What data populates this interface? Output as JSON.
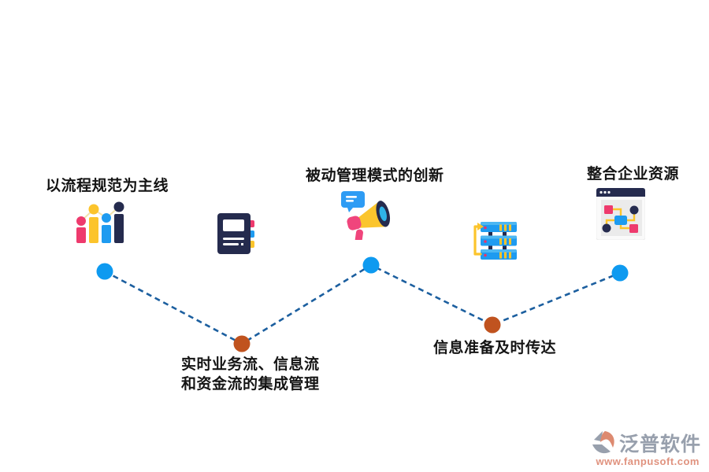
{
  "diagram": {
    "title_hint": "ERP process infographic",
    "nodes": [
      {
        "name": "process-standard-node",
        "label": "以流程规范为主线",
        "icon": "bar-chart-icon",
        "dot": "blue"
      },
      {
        "name": "integrated-management-node",
        "label": "实时业务流、信息流",
        "label2": "和资金流的集成管理",
        "icon": "notebook-icon",
        "dot": "orange"
      },
      {
        "name": "passive-management-innovation-node",
        "label": "被动管理模式的创新",
        "icon": "megaphone-icon",
        "dot": "blue"
      },
      {
        "name": "info-timely-delivery-node",
        "label": "信息准备及时传达",
        "icon": "server-stack-icon",
        "dot": "orange"
      },
      {
        "name": "integrate-enterprise-resources-node",
        "label": "整合企业资源",
        "icon": "flowchart-window-icon",
        "dot": "blue"
      }
    ],
    "colors": {
      "dot_blue": "#0e9af0",
      "dot_orange": "#c0531f",
      "connector": "#1c5f9f",
      "icon_navy": "#252b4e",
      "icon_pink": "#ee3a6d",
      "icon_yellow": "#fcc42c",
      "icon_blue": "#1e9bf0",
      "icon_lightblue": "#2fb3e8",
      "bubble_blue": "#2e9cf4"
    }
  },
  "footer": {
    "brand": "泛普软件",
    "website": "www.fanpusoft.com",
    "brand_color": "#98a0ad",
    "url_color": "#e0927e"
  }
}
